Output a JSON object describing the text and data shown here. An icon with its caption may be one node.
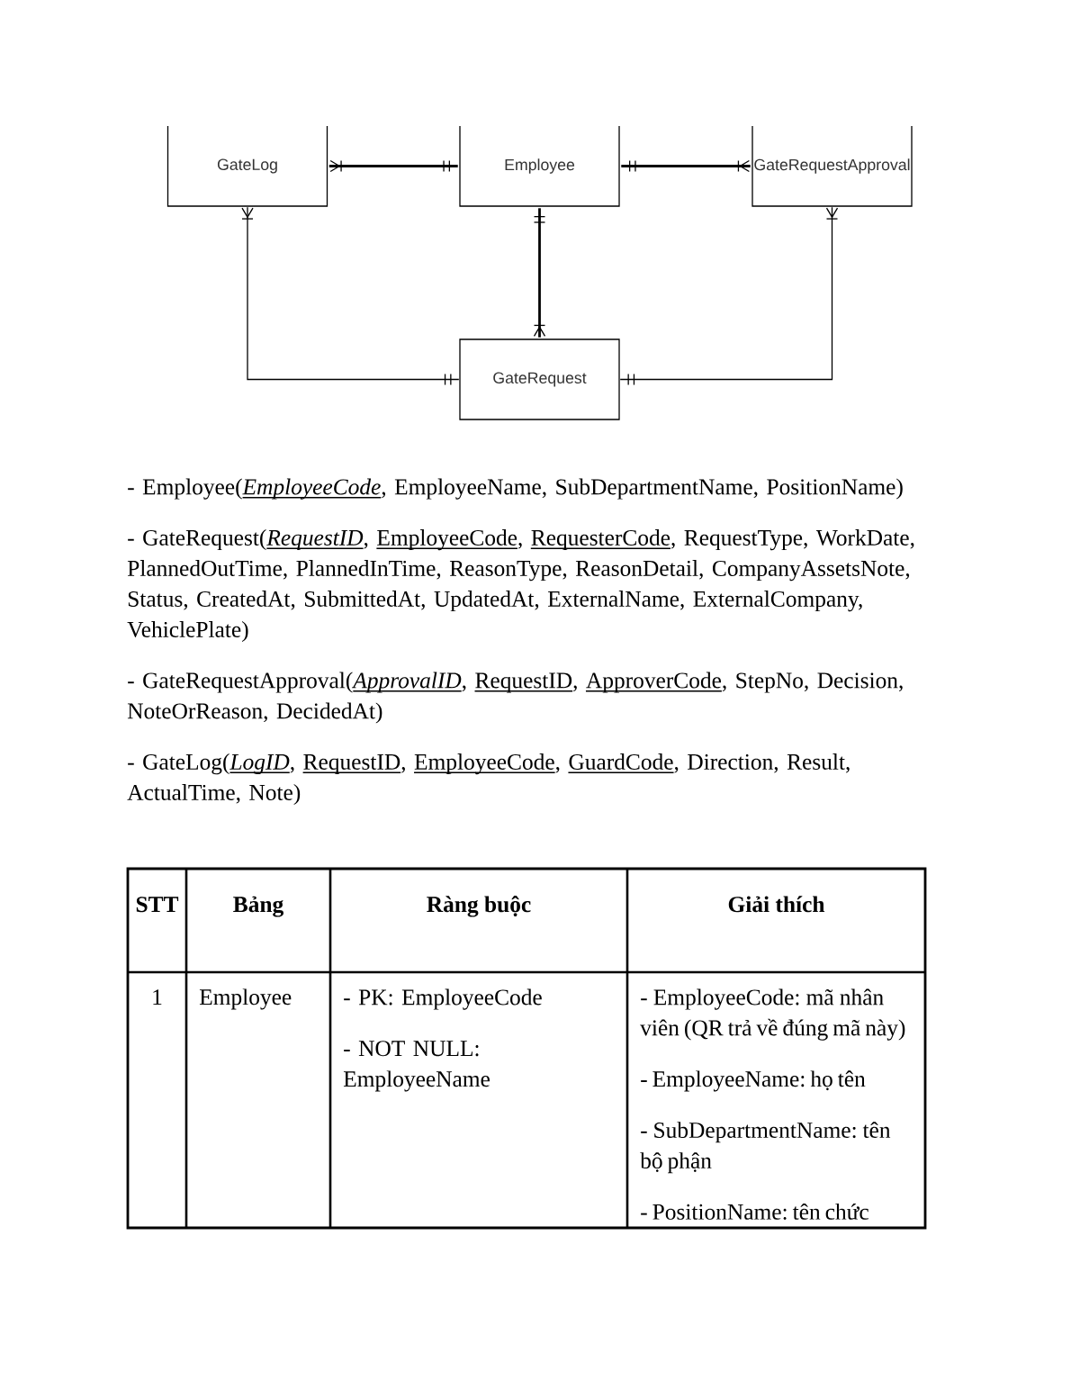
{
  "diagram": {
    "nodes": [
      {
        "text": [
          "GateLog"
        ]
      },
      {
        "text": [
          "Employee"
        ]
      },
      {
        "text": [
          "GateRequestApproval"
        ]
      },
      {
        "text": [
          "GateRequest"
        ]
      }
    ],
    "edges": [
      {
        "from": 0,
        "to": 1,
        "arrow": "other"
      },
      {
        "from": 2,
        "to": 1,
        "arrow": "other"
      },
      {
        "from": 3,
        "to": 1,
        "arrow": "other"
      },
      {
        "from": 0,
        "to": 3,
        "arrow": "other"
      },
      {
        "from": 2,
        "to": 3,
        "arrow": "other"
      }
    ],
    "labels": [
      "- Employee(*EmployeeCode*, EmployeeName, SubDepartmentName, PositionName)",
      "- GateRequest(*RequestID*, EmployeeCode, RequesterCode, RequestType, WorkDate, PlannedOutTime, PlannedInTime, ReasonType, ReasonDetail, CompanyAssetsNote, Status, CreatedAt, SubmittedAt, UpdatedAt, ExternalName, ExternalCompany, VehiclePlate)",
      "- GateRequestApproval(*ApprovalID*, RequestID, ApproverCode, StepNo, Decision, NoteOrReason, DecidedAt)",
      "- GateLog(*LogID*, RequestID, EmployeeCode, GuardCode, Direction, Result, ActualTime, Note)",
      "STT",
      "Bảng",
      "Ràng buộc",
      "Giải thích",
      "1",
      "Employee",
      "- PK: EmployeeCode",
      "- NOT NULL: EmployeeName",
      "- EmployeeCode: mã nhân viên (QR trả về đúng mã này)",
      "- EmployeeName: họ tên",
      "- SubDepartmentName: tên bộ phận",
      "- PositionName: tên chức"
    ]
  }
}
